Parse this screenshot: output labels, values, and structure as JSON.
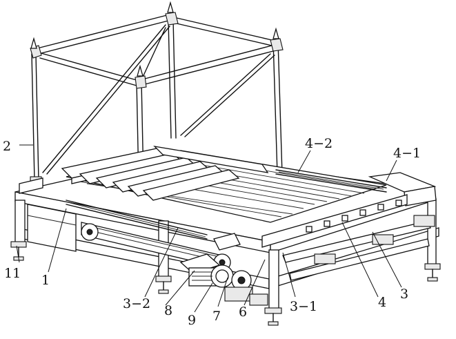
{
  "labels": [
    {
      "id": "2",
      "text": "2"
    },
    {
      "id": "4-2",
      "text": "4−2"
    },
    {
      "id": "4-1",
      "text": "4−1"
    },
    {
      "id": "11",
      "text": "11"
    },
    {
      "id": "1",
      "text": "1"
    },
    {
      "id": "3-2",
      "text": "3−2"
    },
    {
      "id": "8",
      "text": "8"
    },
    {
      "id": "9",
      "text": "9"
    },
    {
      "id": "7",
      "text": "7"
    },
    {
      "id": "6",
      "text": "6"
    },
    {
      "id": "3-1",
      "text": "3−1"
    },
    {
      "id": "4",
      "text": "4"
    },
    {
      "id": "3",
      "text": "3"
    }
  ]
}
